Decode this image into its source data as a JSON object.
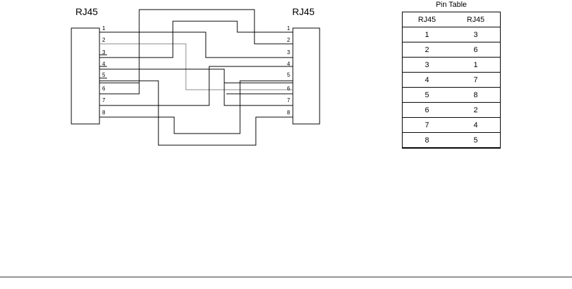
{
  "left_connector": {
    "title": "RJ45",
    "pins": [
      "1",
      "2",
      "3",
      "4",
      "5",
      "6",
      "7",
      "8"
    ]
  },
  "right_connector": {
    "title": "RJ45",
    "pins": [
      "1",
      "2",
      "3",
      "4",
      "5",
      "6",
      "7",
      "8"
    ]
  },
  "pin_table": {
    "title": "Pin Table",
    "headers": [
      "RJ45",
      "RJ45"
    ],
    "rows": [
      [
        "1",
        "3"
      ],
      [
        "2",
        "6"
      ],
      [
        "3",
        "1"
      ],
      [
        "4",
        "7"
      ],
      [
        "5",
        "8"
      ],
      [
        "6",
        "2"
      ],
      [
        "7",
        "4"
      ],
      [
        "8",
        "5"
      ]
    ]
  }
}
